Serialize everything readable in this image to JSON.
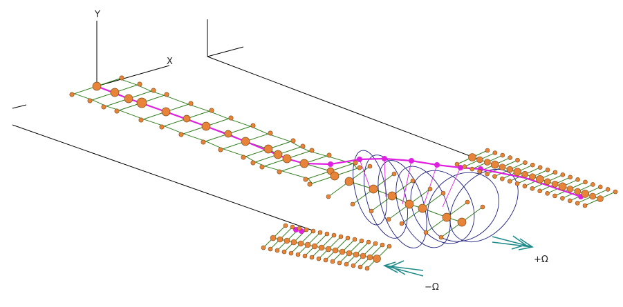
{
  "axes": {
    "y_label": "Y",
    "x_label": "X"
  },
  "rotation": {
    "plus_label": "+Ω",
    "minus_label": "−Ω"
  },
  "colors": {
    "background": "#ffffff",
    "frame": "#000000",
    "beam": "#2e7d1a",
    "node": "#e8833a",
    "node_outline": "#7a4a14",
    "deformed": "#e020e0",
    "orbit": "#1a1a80",
    "rotation_arrow": "#1e8a8a"
  },
  "icons": {
    "plus_rotation": "double-arrow-right-icon",
    "minus_rotation": "double-arrow-left-icon"
  }
}
